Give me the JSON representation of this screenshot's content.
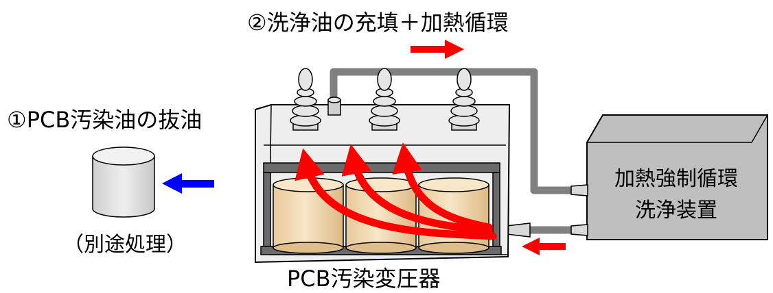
{
  "labels": {
    "step2": "②洗浄油の充填＋加熱循環",
    "step1": "①PCB汚染油の抜油",
    "separate_disposal": "（別途処理）",
    "transformer": "PCB汚染変圧器",
    "device_line1": "加熱強制循環",
    "device_line2": "洗浄装置"
  },
  "colors": {
    "flow_arrow": "#ff0000",
    "drain_arrow": "#0000ff",
    "pipe": "#808080",
    "device_fill": "#bfbfbf",
    "coil_fill": "#f2dcb5",
    "tank_fill": "#eeeeee"
  },
  "icons": [
    "container-icon",
    "bushing-icon",
    "oil-plug-icon",
    "coil-icon"
  ]
}
